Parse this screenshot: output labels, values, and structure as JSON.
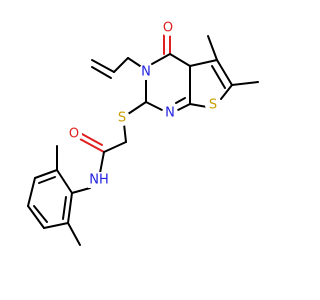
{
  "molecule": {
    "colors": {
      "bond": "#000000",
      "oxygen": "#e02020",
      "nitrogen": "#2020e0",
      "sulfur": "#c8a000",
      "background": "#ffffff"
    },
    "atom_labels": {
      "ketone_oxygen": "O",
      "ring_nitrogen_n3": "N",
      "ring_nitrogen_n1": "N",
      "thioether_sulfur": "S",
      "thiophene_sulfur": "S",
      "amide_oxygen": "O",
      "amide_nh": "NH"
    }
  }
}
